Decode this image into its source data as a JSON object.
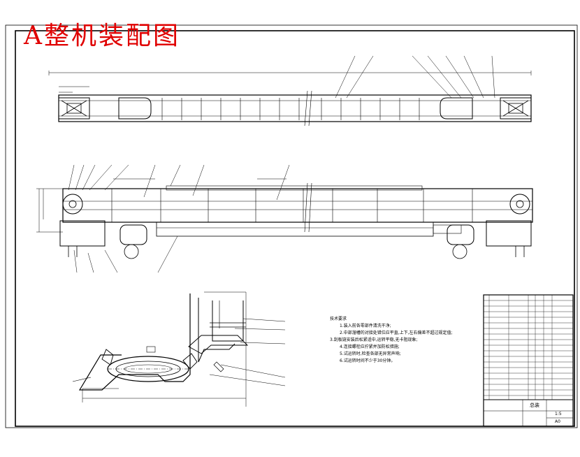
{
  "drawing_title": "A整机装配图",
  "tech_notes": {
    "heading": "技术要求",
    "lines": [
      "1.装入前各零部件清洗干净;",
      "2.中部溜槽的对接处错位应平直,上下,左右偏差不超过规定值;",
      "3.刮板链安装后松紧适中,运转平稳,无卡阻现象;",
      "4.连接螺栓应拧紧并加防松措施;",
      "5.试运转时,检查各部无异常声响;",
      "6.试运转时间不少于30分钟。"
    ]
  },
  "title_block": {
    "name": "总装",
    "scale": "1:5",
    "sheet": "A0"
  },
  "colors": {
    "title": "#e00000",
    "line": "#000000"
  }
}
